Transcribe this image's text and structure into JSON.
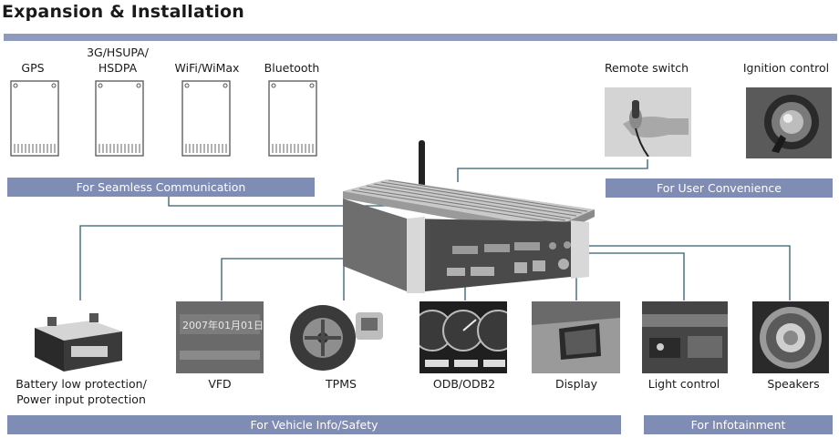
{
  "title": "Expansion & Installation",
  "modules": [
    {
      "label": "GPS"
    },
    {
      "label": "3G/HSUPA/\nHSDPA"
    },
    {
      "label": "WiFi/WiMax"
    },
    {
      "label": "Bluetooth"
    }
  ],
  "user_items": [
    {
      "label": "Remote switch"
    },
    {
      "label": "Ignition control"
    }
  ],
  "bottom_items": [
    {
      "label": "Battery low protection/\nPower input protection"
    },
    {
      "label": "VFD"
    },
    {
      "label": "TPMS"
    },
    {
      "label": "ODB/ODB2"
    },
    {
      "label": "Display"
    },
    {
      "label": "Light control"
    },
    {
      "label": "Speakers"
    }
  ],
  "bands": {
    "communication": "For Seamless Communication",
    "convenience": "For User Convenience",
    "vehicle": "For Vehicle Info/Safety",
    "infotainment": "For Infotainment"
  },
  "vfd_text": "2007年01月01日",
  "colors": {
    "band": "#7f8cb3",
    "line": "#2d5f6e",
    "topbar": "#8e9bbd"
  }
}
